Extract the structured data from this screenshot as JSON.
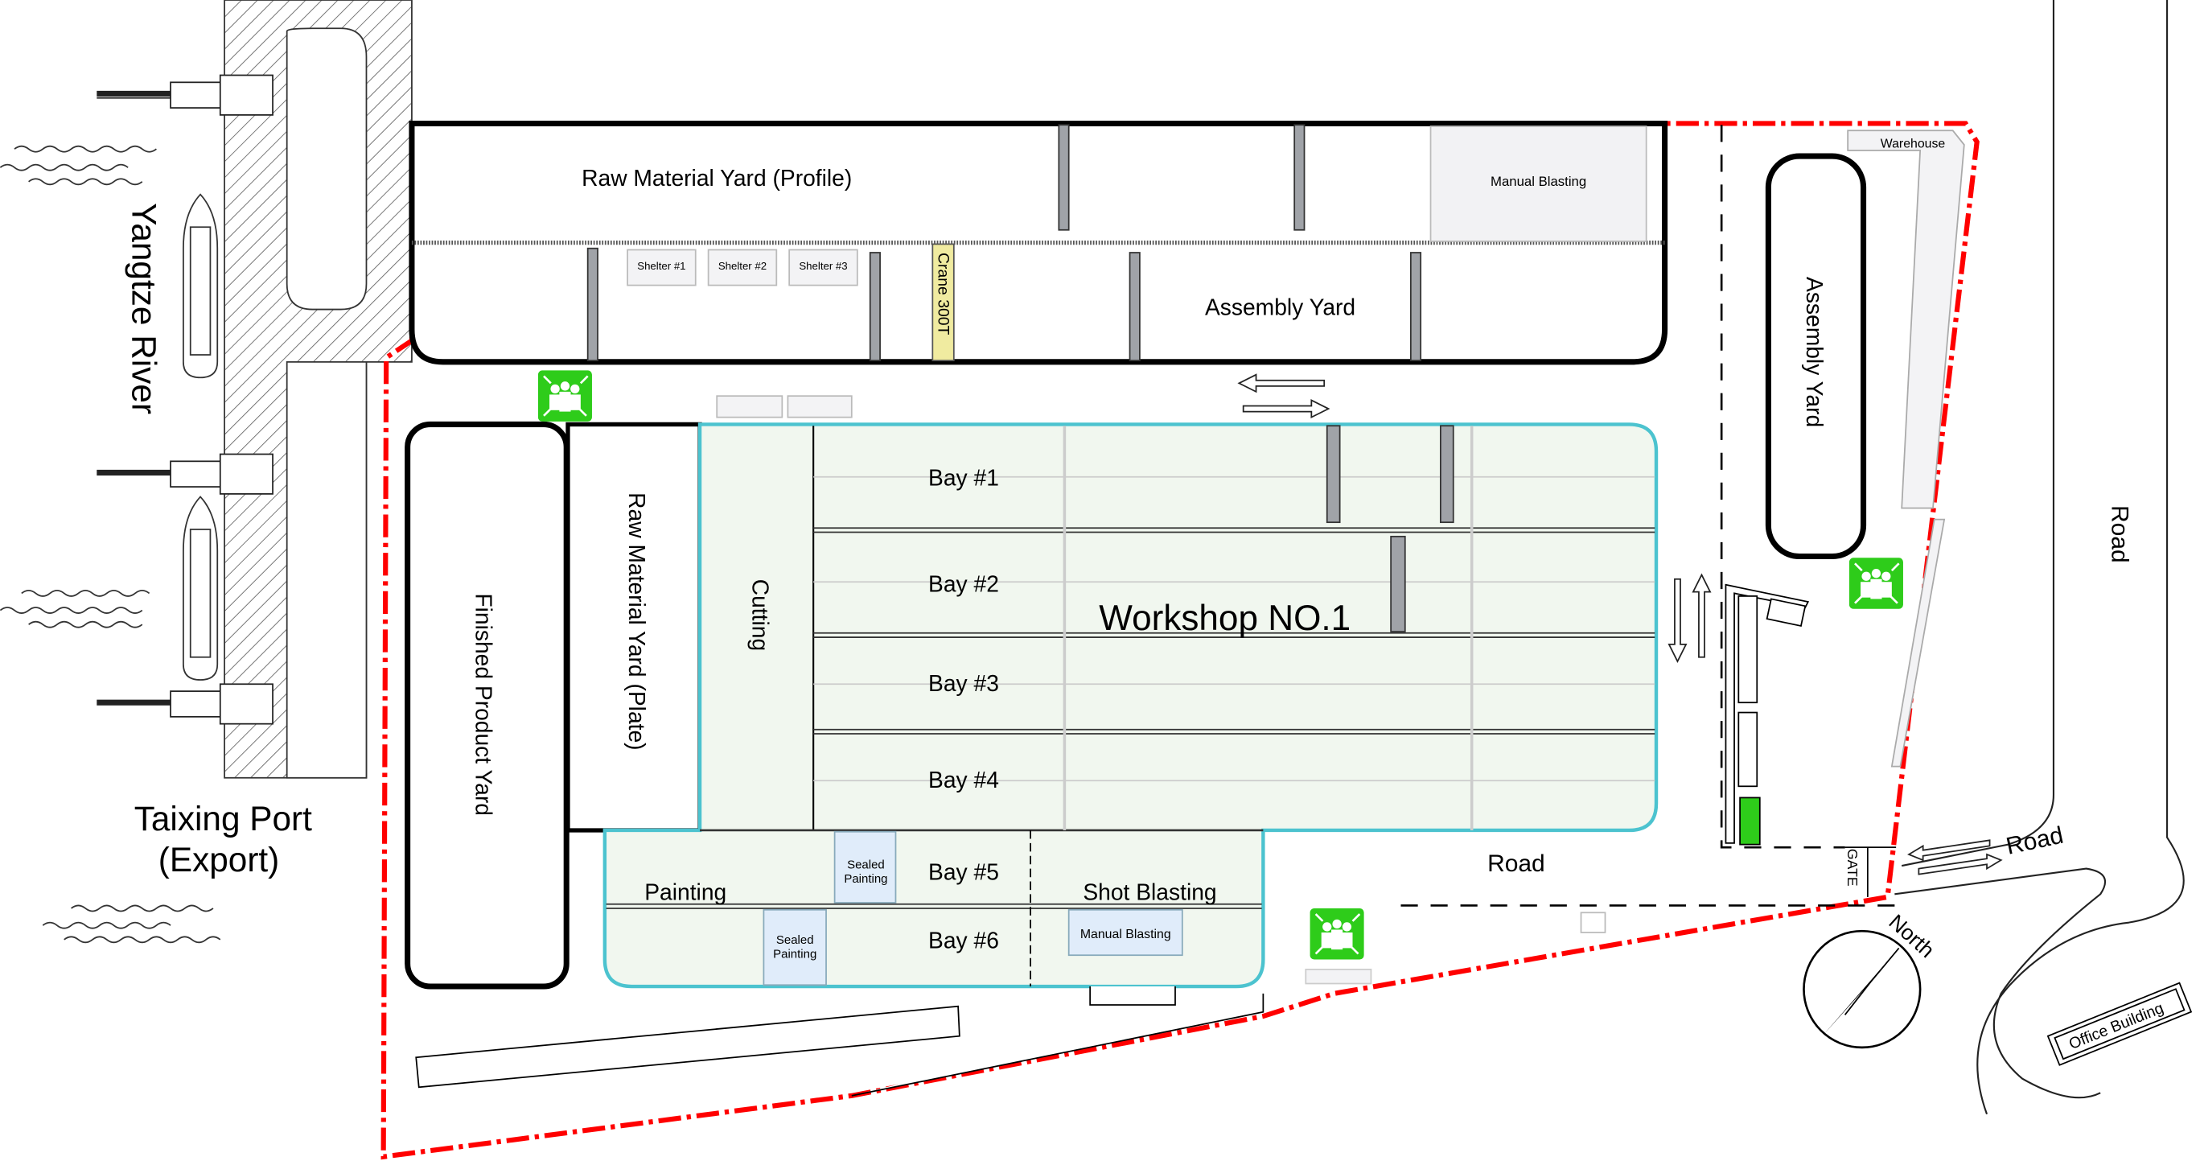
{
  "port": {
    "river": "Yangtze River",
    "port_line1": "Taixing Port",
    "port_line2": "(Export)"
  },
  "top_building": {
    "raw_profile": "Raw Material Yard (Profile)",
    "manual_blasting": "Manual Blasting",
    "shelters": [
      "Shelter #1",
      "Shelter #2",
      "Shelter #3"
    ],
    "crane": "Crane 300T",
    "assembly_yard": "Assembly Yard"
  },
  "left_yards": {
    "finished": "Finished Product Yard",
    "raw_plate": "Raw Material Yard (Plate)"
  },
  "workshop": {
    "title": "Workshop NO.1",
    "cutting": "Cutting",
    "bays": [
      "Bay #1",
      "Bay #2",
      "Bay #3",
      "Bay #4",
      "Bay #5",
      "Bay #6"
    ],
    "painting": "Painting",
    "shot_blasting": "Shot Blasting",
    "sealed_painting_1": "Sealed",
    "sealed_painting_2": "Painting",
    "manual_blasting": "Manual Blasting"
  },
  "east": {
    "warehouse": "Warehouse",
    "assembly_yard": "Assembly Yard",
    "road_vertical": "Road",
    "road_inner": "Road",
    "road_entry": "Road",
    "gate": "GATE",
    "north": "North",
    "office": "Office Building"
  },
  "colors": {
    "boundary": "#ff0000",
    "workshop_outline": "#4cc3cf",
    "workshop_fill": "#f1f7ef",
    "assembly_point": "#2ecc1a",
    "crane": "#f0eba0"
  }
}
